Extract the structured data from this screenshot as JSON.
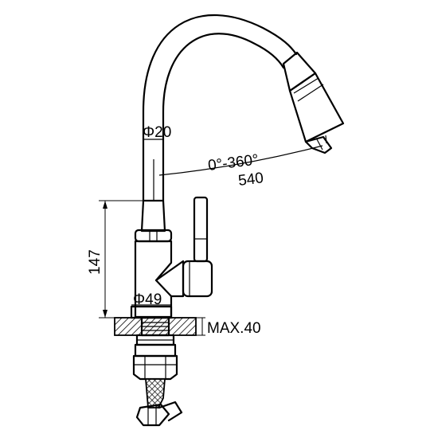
{
  "dimensions": {
    "hose_diameter": "Φ20",
    "rotation": "0°-360°",
    "reach": "540",
    "body_height": "147",
    "base_diameter": "Φ49",
    "max_counter_thickness": "MAX.40"
  },
  "colors": {
    "line": "#000000",
    "hatch": "#000000",
    "background": "#ffffff"
  }
}
